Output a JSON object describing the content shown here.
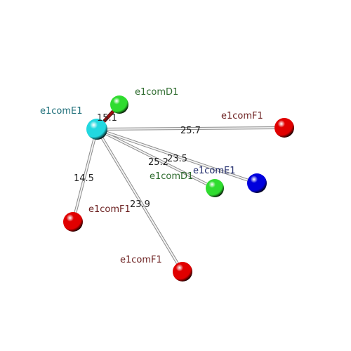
{
  "atoms": [
    {
      "id": "hub",
      "label": "e1comE1",
      "color": "#22d8e0",
      "label_color": "#1f6f7a"
    },
    {
      "id": "d1a",
      "label": "e1comD1",
      "color": "#2fdc2f",
      "label_color": "#2e6b2e"
    },
    {
      "id": "f1a",
      "label": "e1comF1",
      "color": "#e00000",
      "label_color": "#6b1f1f"
    },
    {
      "id": "d1b",
      "label": "e1comD1",
      "color": "#2fdc2f",
      "label_color": "#2e6b2e"
    },
    {
      "id": "e1b",
      "label": "e1comE1",
      "color": "#0000dd",
      "label_color": "#1f2a6b"
    },
    {
      "id": "f1b",
      "label": "e1comF1",
      "color": "#e00000",
      "label_color": "#6b1f1f"
    },
    {
      "id": "f1c",
      "label": "e1comF1",
      "color": "#e00000",
      "label_color": "#6b1f1f"
    }
  ],
  "bonds": [
    {
      "to": "d1a",
      "distance": "15.1",
      "color": "#9a1010"
    },
    {
      "to": "f1a",
      "distance": "25.7",
      "color": "#d8d8d8"
    },
    {
      "to": "d1b",
      "distance": "25.2",
      "color": "#d8d8d8"
    },
    {
      "to": "e1b",
      "distance": "23.5",
      "color": "#d8d8d8"
    },
    {
      "to": "f1b",
      "distance": "14.5",
      "color": "#d8d8d8"
    },
    {
      "to": "f1c",
      "distance": "23.9",
      "color": "#d8d8d8"
    }
  ]
}
